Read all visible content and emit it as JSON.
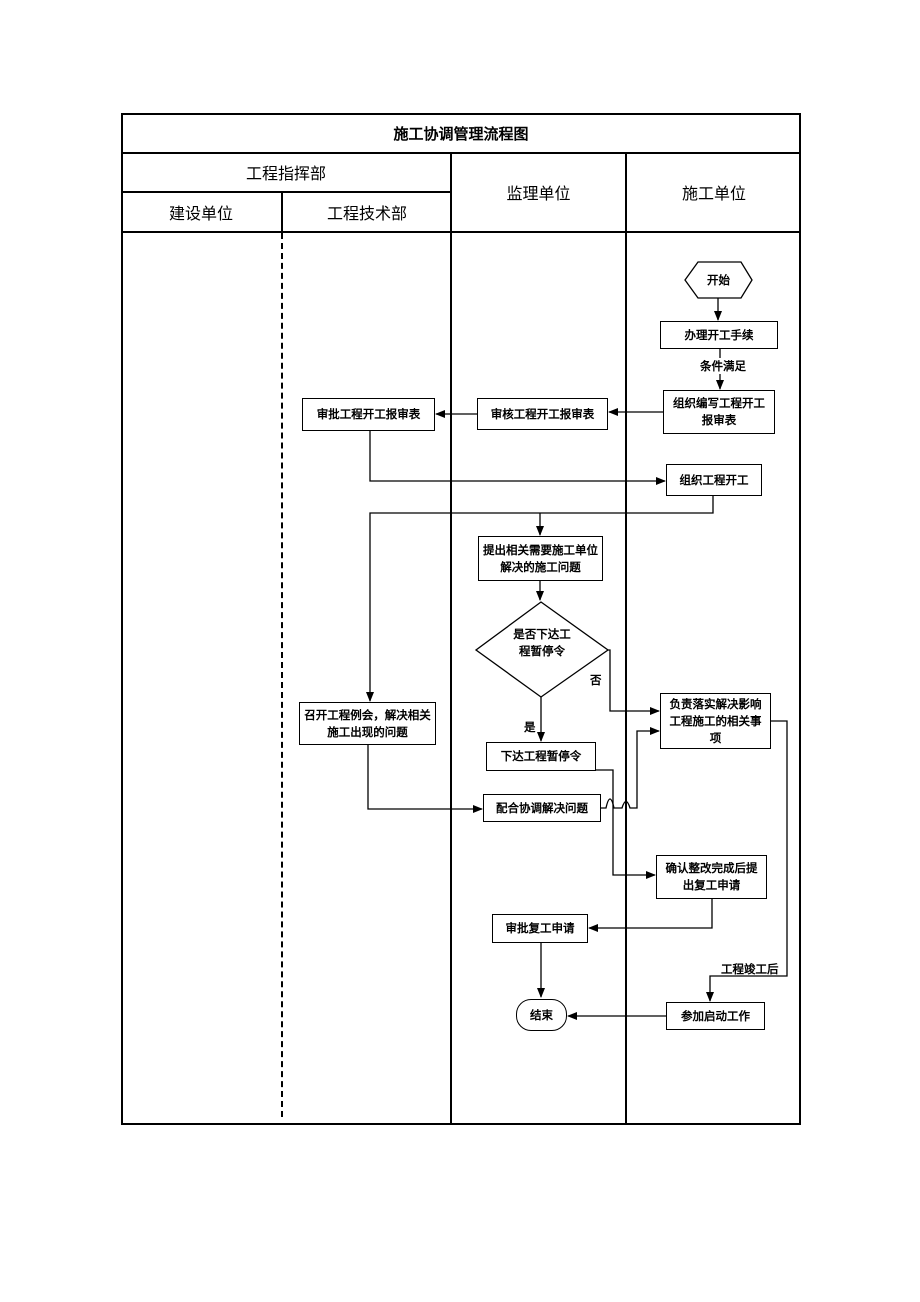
{
  "title": "施工协调管理流程图",
  "headers": {
    "hq": "工程指挥部",
    "owner": "建设单位",
    "tech": "工程技术部",
    "supervisor": "监理单位",
    "contractor": "施工单位"
  },
  "nodes": {
    "start": "开始",
    "procedures": "办理开工手续",
    "prepare_report": "组织编写工程开工报审表",
    "review_report": "审核工程开工报审表",
    "approve_report": "审批工程开工报审表",
    "organize_start": "组织工程开工",
    "raise_issues": "提出相关需要施工单位解决的施工问题",
    "decision": "是否下达工程暂停令",
    "issue_stop": "下达工程暂停令",
    "meeting": "召开工程例会，解决相关施工出现的问题",
    "coordinate": "配合协调解决问题",
    "implement": "负责落实解决影响工程施工的相关事项",
    "confirm": "确认整改完成后提出复工申请",
    "approve_resume": "审批复工申请",
    "end": "结束",
    "startup": "参加启动工作"
  },
  "labels": {
    "conditions": "条件满足",
    "no": "否",
    "yes": "是",
    "completion": "工程竣工后"
  }
}
